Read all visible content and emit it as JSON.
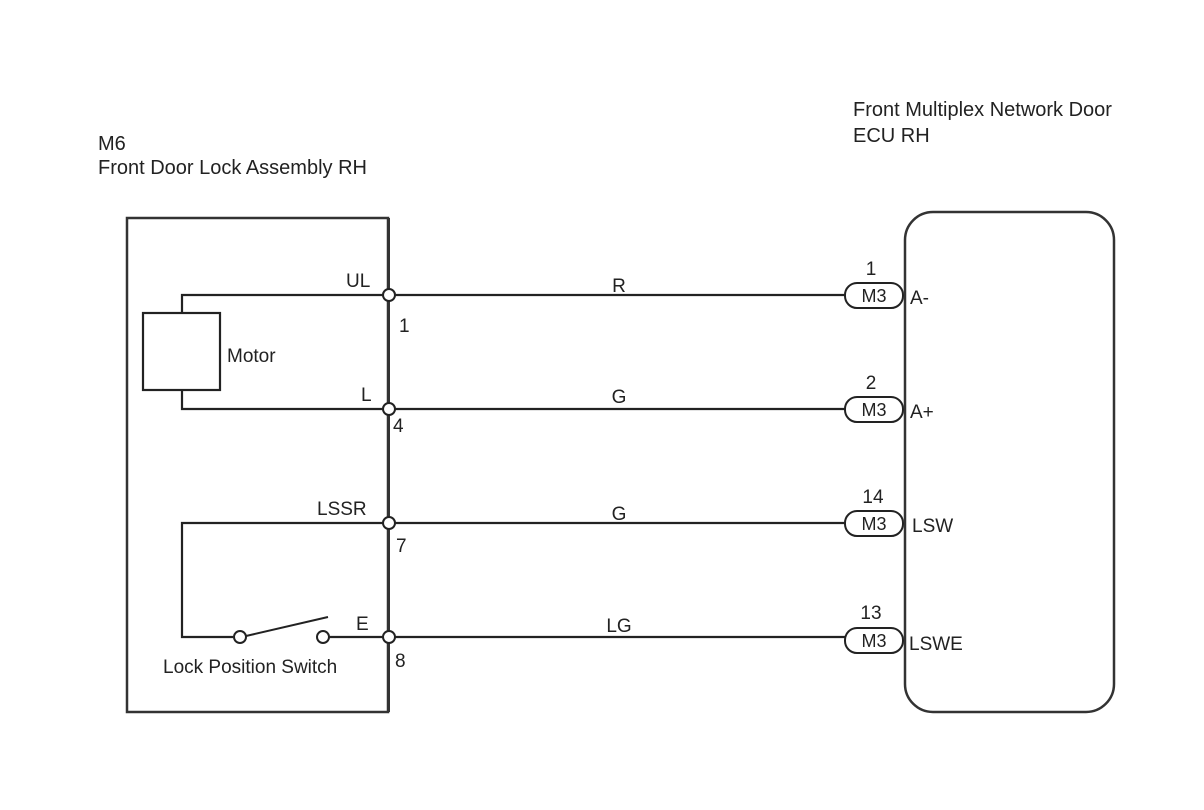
{
  "left_component": {
    "code": "M6",
    "name": "Front Door Lock Assembly RH",
    "motor_label": "Motor",
    "switch_label": "Lock Position Switch",
    "terminals": [
      {
        "name": "UL",
        "pin": "1"
      },
      {
        "name": "L",
        "pin": "4"
      },
      {
        "name": "LSSR",
        "pin": "7"
      },
      {
        "name": "E",
        "pin": "8"
      }
    ]
  },
  "right_component": {
    "name_line1": "Front Multiplex Network Door",
    "name_line2": "ECU RH",
    "terminals": [
      {
        "connector": "M3",
        "pin": "1",
        "name": "A-"
      },
      {
        "connector": "M3",
        "pin": "2",
        "name": "A+"
      },
      {
        "connector": "M3",
        "pin": "14",
        "name": "LSW"
      },
      {
        "connector": "M3",
        "pin": "13",
        "name": "LSWE"
      }
    ]
  },
  "wires": [
    {
      "from": "UL",
      "to": "A-",
      "color": "R"
    },
    {
      "from": "L",
      "to": "A+",
      "color": "G"
    },
    {
      "from": "LSSR",
      "to": "LSW",
      "color": "G"
    },
    {
      "from": "E",
      "to": "LSWE",
      "color": "LG"
    }
  ]
}
